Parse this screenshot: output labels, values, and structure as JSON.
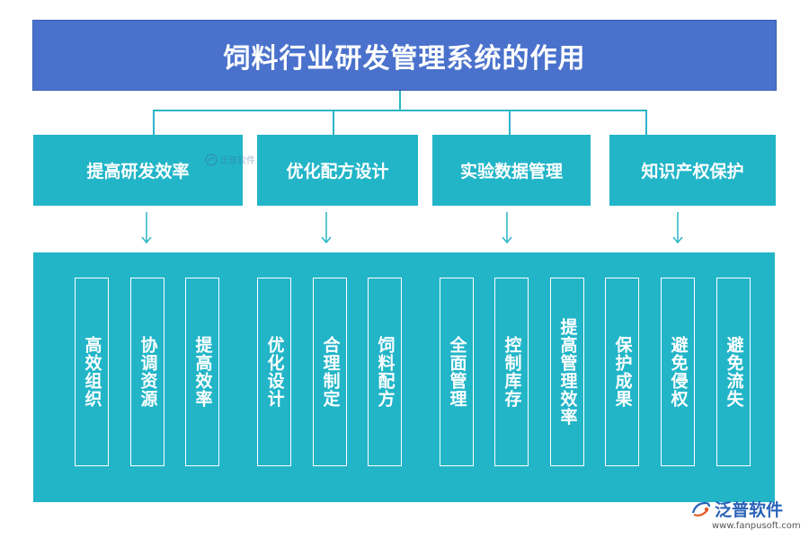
{
  "title": "饲料行业研发管理系统的作用",
  "categories": [
    {
      "label": "提高研发效率",
      "items": [
        "高效组织",
        "协调资源",
        "提高效率"
      ]
    },
    {
      "label": "优化配方设计",
      "items": [
        "优化设计",
        "合理制定",
        "饲料配方"
      ]
    },
    {
      "label": "实验数据管理",
      "items": [
        "全面管理",
        "控制库存",
        "提高管理效率"
      ]
    },
    {
      "label": "知识产权保护",
      "items": [
        "保护成果",
        "避免侵权",
        "避免流失"
      ]
    }
  ],
  "watermark": {
    "small_text": "泛普软件",
    "logo_text": "泛普软件",
    "url": "www.fanpusoft.com"
  },
  "colors": {
    "title_bg": "#4a72cc",
    "teal": "#22b5c8",
    "connector": "#29b6c6",
    "logo": "#2a62b8"
  }
}
